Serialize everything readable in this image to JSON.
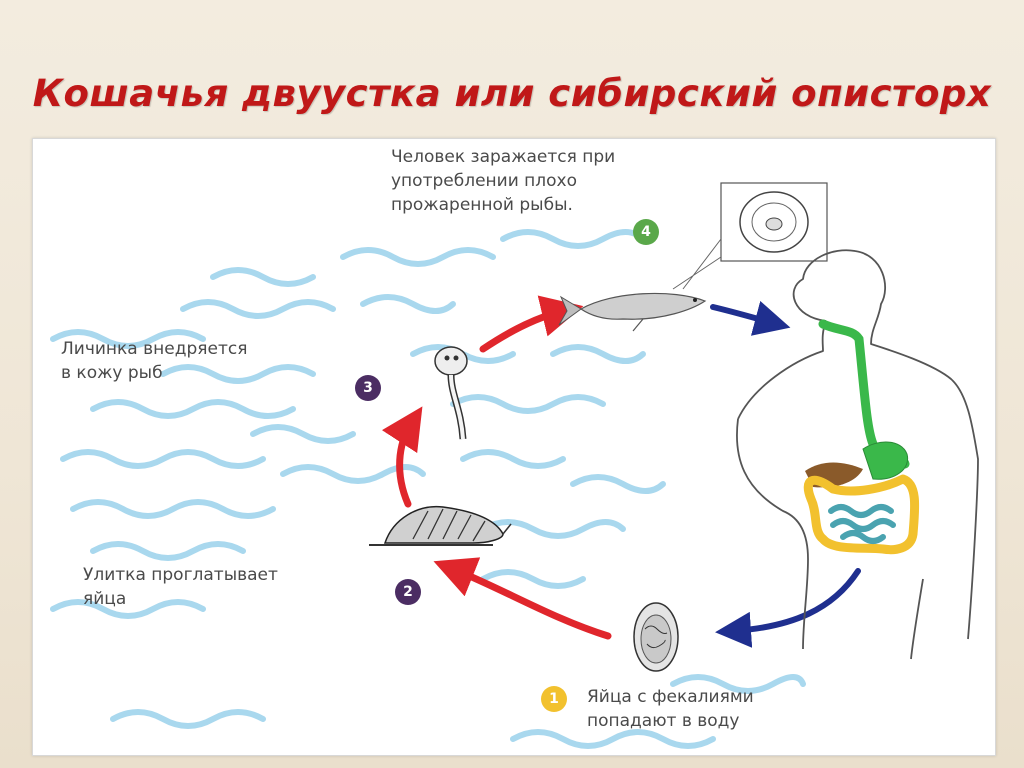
{
  "title": "Кошачья двуустка или сибирский описторх",
  "steps": [
    {
      "num": "1",
      "text": "Яйца с фекалиями\nпопадают в воду",
      "color": "#f2c12e"
    },
    {
      "num": "2",
      "text": "Улитка проглатывает\nяйца",
      "color": "#4b2d63"
    },
    {
      "num": "3",
      "text": "Личинка внедряется\nв кожу рыб",
      "color": "#4b2d63"
    },
    {
      "num": "4",
      "text": "Человек заражается при\nупотреблении плохо\nпрожаренной рыбы.",
      "color": "#5aa84a"
    }
  ],
  "colors": {
    "title": "#c01818",
    "water": "#a9d8ee",
    "red_arrow": "#e0262c",
    "blue_arrow": "#1f2f8f",
    "digestive_green": "#3ab84a",
    "liver": "#8a5a2a",
    "colon": "#f2c12e",
    "intestine": "#4aa3b0"
  }
}
